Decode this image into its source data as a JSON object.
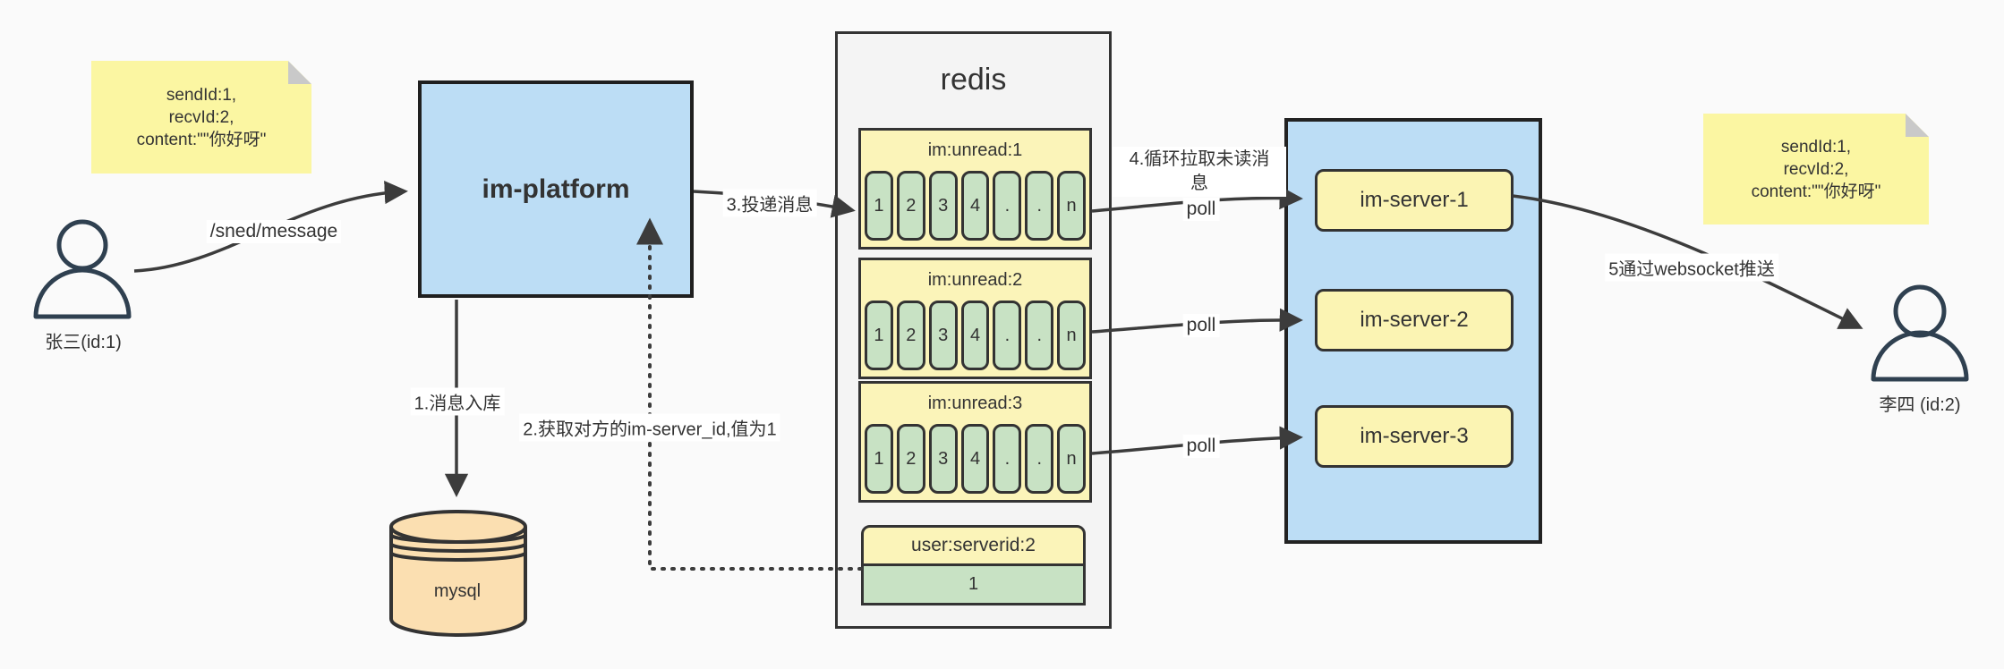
{
  "colors": {
    "background": "#FAFAFA",
    "line": "#3C3C3C",
    "box_blue": "#BCDDF5",
    "note_yellow": "#FBF6A2",
    "block_yellow": "#FBF4B9",
    "cell_green": "#C8E2C4",
    "mysql_peach": "#FBDFB1",
    "redis_gray": "#F4F4F4",
    "border_dark": "#333333",
    "person_outline": "#2F4050",
    "text": "#333333"
  },
  "actors": {
    "sender": {
      "label": "张三(id:1)"
    },
    "receiver": {
      "label": "李四 (id:2)"
    }
  },
  "notes": {
    "left": {
      "lines": [
        "sendId:1,",
        "recvId:2,",
        "content:\"\"你好呀\""
      ]
    },
    "right": {
      "lines": [
        "sendId:1,",
        "recvId:2,",
        "content:\"\"你好呀\""
      ]
    }
  },
  "platform": {
    "label": "im-platform"
  },
  "mysql": {
    "label": "mysql"
  },
  "redis": {
    "title": "redis",
    "queues": [
      {
        "header": "im:unread:1",
        "cells": [
          "1",
          "2",
          "3",
          "4",
          ".",
          ".",
          "n"
        ]
      },
      {
        "header": "im:unread:2",
        "cells": [
          "1",
          "2",
          "3",
          "4",
          ".",
          ".",
          "n"
        ]
      },
      {
        "header": "im:unread:3",
        "cells": [
          "1",
          "2",
          "3",
          "4",
          ".",
          ".",
          "n"
        ]
      }
    ],
    "kv": {
      "header": "user:serverid:2",
      "value": "1"
    }
  },
  "server_group": {
    "servers": [
      {
        "label": "im-server-1"
      },
      {
        "label": "im-server-2"
      },
      {
        "label": "im-server-3"
      }
    ]
  },
  "edges": {
    "send": "/sned/message",
    "store": "1.消息入库",
    "get_server_id": "2.获取对方的im-server_id,值为1",
    "deliver": "3.投递消息",
    "poll_loop": "4.循环拉取未读消\n息",
    "poll": "poll",
    "push": "5通过websocket推送"
  }
}
